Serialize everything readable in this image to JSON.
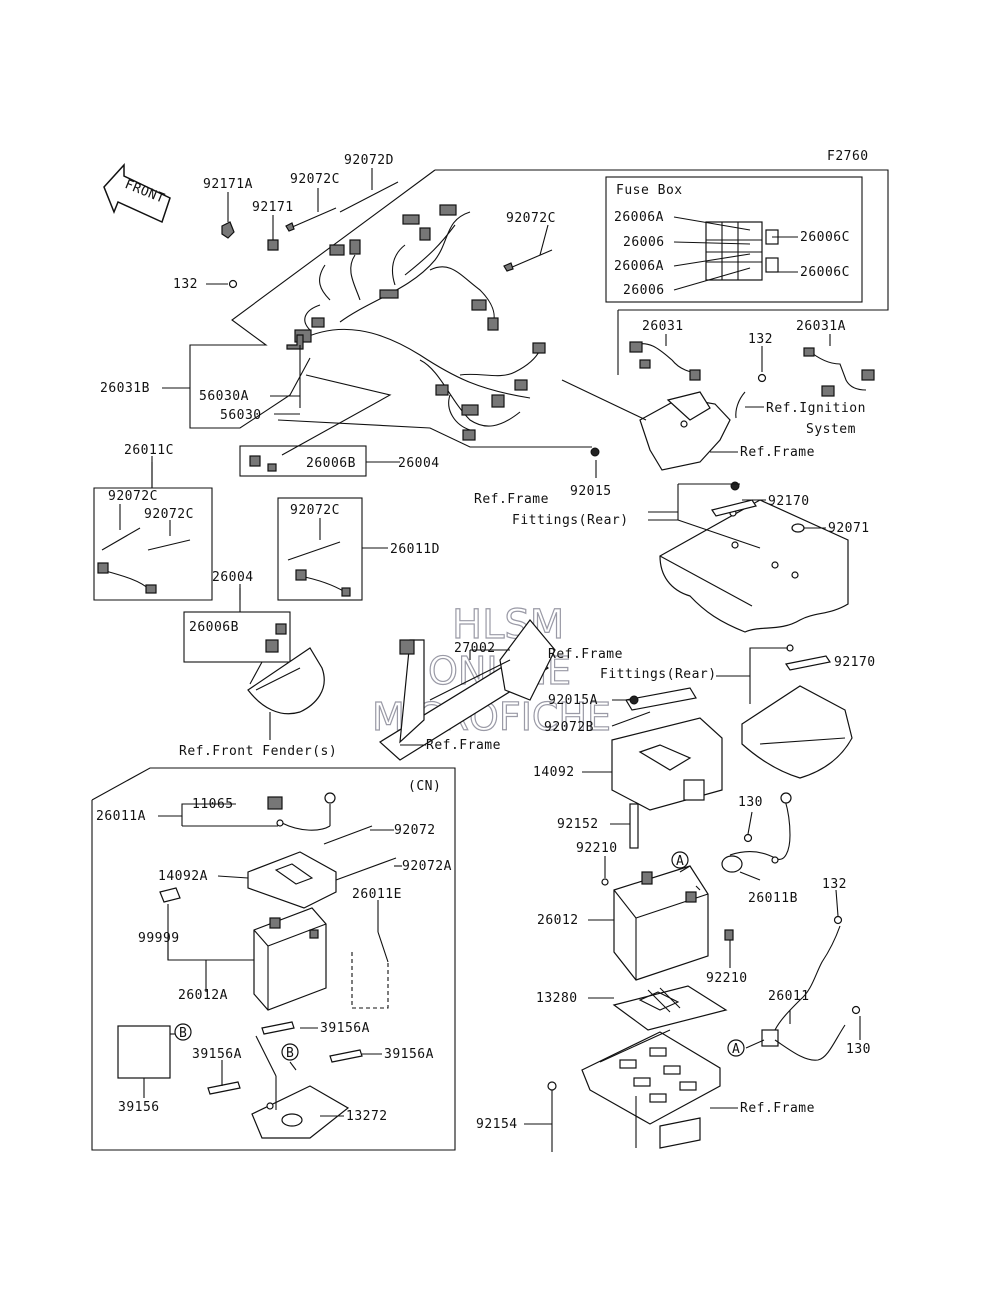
{
  "figure_id": "F2760",
  "front_label": "FRONT",
  "fuse_box_title": "Fuse Box",
  "cn_label": "(CN)",
  "watermark": {
    "line1": "HLSM",
    "line2": "ONLINE",
    "line3": "MICROFICHE"
  },
  "labels": {
    "p92171A": "92171A",
    "p92072C_top": "92072C",
    "p92072D": "92072D",
    "p92171": "92171",
    "p92072C_right": "92072C",
    "p132_left": "132",
    "p26031B": "26031B",
    "p56030A": "56030A",
    "p56030": "56030",
    "p26006B_top": "26006B",
    "p26004_top": "26004",
    "p92015": "92015",
    "ref_frame_fittings_1a": "Ref.Frame",
    "ref_frame_fittings_1b": "Fittings(Rear)",
    "fb_26006A_1": "26006A",
    "fb_26006_1": "26006",
    "fb_26006A_2": "26006A",
    "fb_26006_2": "26006",
    "fb_26006C_1": "26006C",
    "fb_26006C_2": "26006C",
    "p26031": "26031",
    "p132_mid": "132",
    "p26031A": "26031A",
    "ref_ignition_a": "Ref.Ignition",
    "ref_ignition_b": "System",
    "ref_frame_1": "Ref.Frame",
    "p92170_1": "92170",
    "p92071": "92071",
    "p26011C": "26011C",
    "p92072C_g1": "92072C",
    "p92072C_g2": "92072C",
    "p92072C_g3": "92072C",
    "p26011D": "26011D",
    "p26004_mid": "26004",
    "p26006B_mid": "26006B",
    "ref_front_fender": "Ref.Front Fender(s)",
    "p27002": "27002",
    "ref_frame_fittings_2a": "Ref.Frame",
    "ref_frame_fittings_2b": "Fittings(Rear)",
    "ref_frame_2": "Ref.Frame",
    "p92170_2": "92170",
    "p92015A": "92015A",
    "p92072B": "92072B",
    "p14092": "14092",
    "p26011A": "26011A",
    "p11065": "11065",
    "p92072": "92072",
    "p92072A": "92072A",
    "p14092A": "14092A",
    "p26011E": "26011E",
    "p99999": "99999",
    "p26012A": "26012A",
    "p39156A_1": "39156A",
    "p39156A_2": "39156A",
    "p39156A_3": "39156A",
    "p39156": "39156",
    "p13272": "13272",
    "callout_B1": "B",
    "callout_B2": "B",
    "p130_top": "130",
    "p92152": "92152",
    "p92210_1": "92210",
    "callout_A1": "A",
    "p26011B": "26011B",
    "p26012": "26012",
    "p92210_2": "92210",
    "p132_right": "132",
    "p13280": "13280",
    "p26011": "26011",
    "callout_A2": "A",
    "p130_bottom": "130",
    "p92154": "92154",
    "ref_frame_3": "Ref.Frame"
  }
}
